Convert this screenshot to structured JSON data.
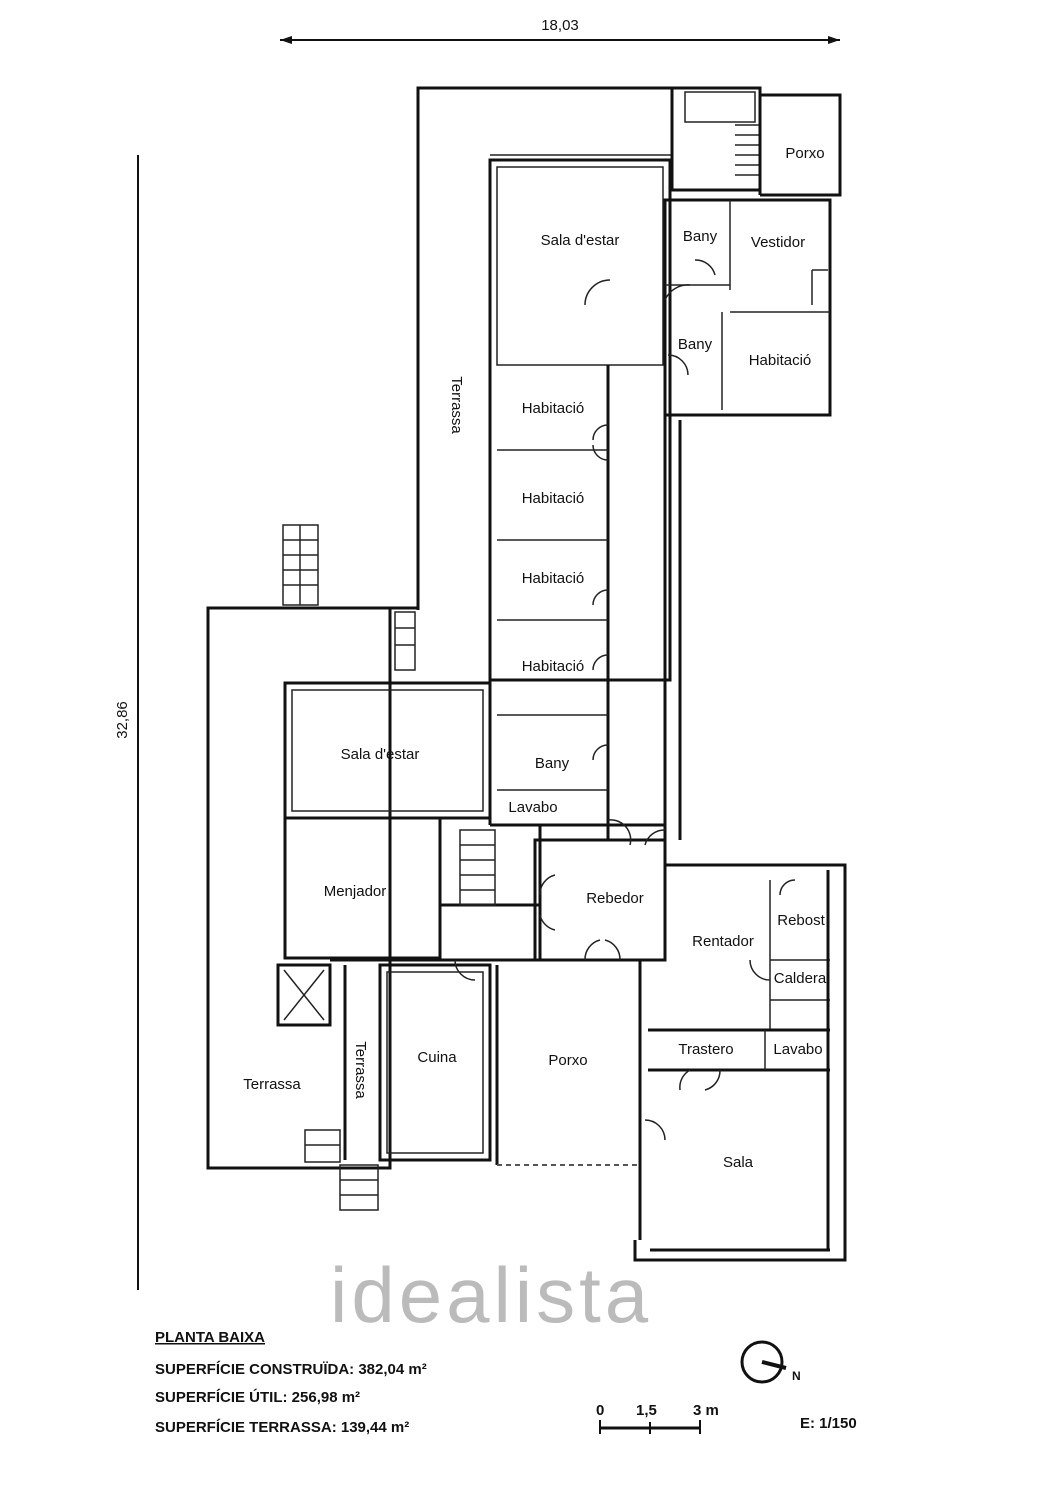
{
  "dimensions": {
    "width": "18,03",
    "height": "32,86"
  },
  "watermark": "idealista",
  "rooms": {
    "porxo_top": "Porxo",
    "sala_estar_top": "Sala d'estar",
    "bany_1": "Bany",
    "vestidor": "Vestidor",
    "bany_2": "Bany",
    "habitacio_1": "Habitació",
    "terrassa_long": "Terrassa",
    "habitacio_2": "Habitació",
    "habitacio_3": "Habitació",
    "habitacio_4": "Habitació",
    "habitacio_5": "Habitació",
    "sala_estar_left": "Sala d'estar",
    "bany_3": "Bany",
    "lavabo_1": "Lavabo",
    "menjador": "Menjador",
    "rebedor": "Rebedor",
    "rentador": "Rentador",
    "rebost": "Rebost",
    "caldera": "Caldera",
    "cuina": "Cuina",
    "porxo_bottom": "Porxo",
    "trastero": "Trastero",
    "lavabo_2": "Lavabo",
    "terrassa_left": "Terrassa",
    "terrassa_narrow": "Terrassa",
    "sala": "Sala"
  },
  "legend": {
    "title": "PLANTA BAIXA",
    "built": "SUPERFÍCIE CONSTRUÏDA: 382,04 m²",
    "useful": "SUPERFÍCIE ÚTIL: 256,98 m²",
    "terrace": "SUPERFÍCIE TERRASSA: 139,44 m²"
  },
  "scale": {
    "tick0": "0",
    "tick1": "1,5",
    "tick2": "3 m",
    "ratio": "E: 1/150"
  },
  "compass": {
    "north": "N"
  }
}
